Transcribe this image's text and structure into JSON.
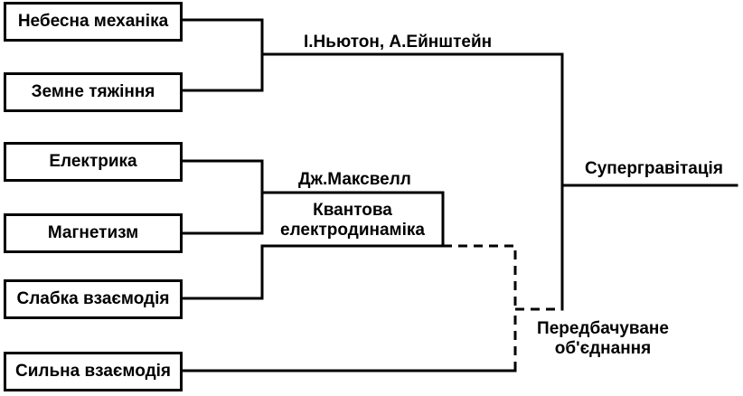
{
  "boxes": {
    "celestial_mechanics": "Небесна механіка",
    "terrestrial_gravity": "Земне тяжіння",
    "electricity": "Електрика",
    "magnetism": "Магнетизм",
    "weak_interaction": "Слабка взаємодія",
    "strong_interaction": "Сильна взаємодія"
  },
  "labels": {
    "newton_einstein": "І.Ньютон, А.Ейнштейн",
    "maxwell": "Дж.Максвелл",
    "qed_line1": "Квантова",
    "qed_line2": "електродинаміка",
    "supergravity": "Супергравітація",
    "predicted_line1": "Передбачуване",
    "predicted_line2": "об'єднання"
  }
}
